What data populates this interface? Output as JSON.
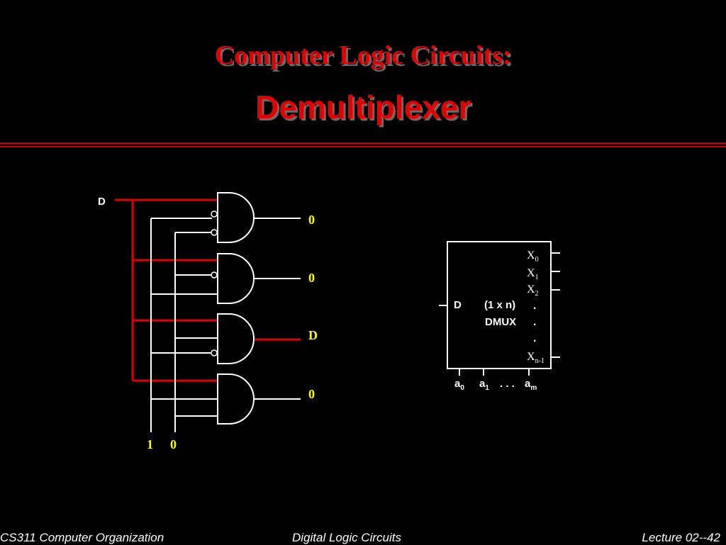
{
  "slide": {
    "title_line1": "Computer Logic Circuits:",
    "title_line2": "Demultiplexer"
  },
  "circuit": {
    "input_label": "D",
    "outputs": [
      "0",
      "0",
      "D",
      "0"
    ],
    "select_values": [
      "1",
      "0"
    ]
  },
  "dmux_block": {
    "outputs": {
      "x0": {
        "base": "X",
        "sub": "0"
      },
      "x1": {
        "base": "X",
        "sub": "1"
      },
      "x2": {
        "base": "X",
        "sub": "2"
      },
      "xn1": {
        "base": "X",
        "sub": "n-1"
      }
    },
    "dots": ".",
    "input_label": "D",
    "size_label": "(1 x n)",
    "name_label": "DMUX",
    "selects": {
      "a0": {
        "base": "a",
        "sub": "0"
      },
      "a1": {
        "base": "a",
        "sub": "1"
      },
      "ellipsis": ". . .",
      "am": {
        "base": "a",
        "sub": "m"
      }
    }
  },
  "footer": {
    "left": "CS311 Computer Organization",
    "center": "Digital  Logic Circuits",
    "right": "Lecture 02--42"
  },
  "colors": {
    "background": "#000000",
    "title": "#e00000",
    "active_wire": "#e00000",
    "wire": "#ffffff",
    "output_value": "#ffff00"
  }
}
